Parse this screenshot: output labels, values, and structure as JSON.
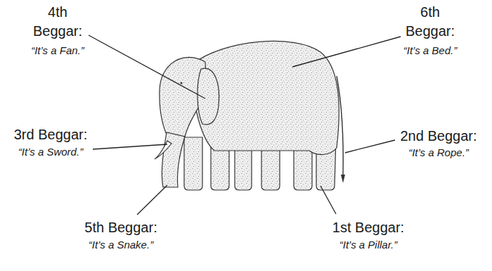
{
  "diagram": {
    "labels": [
      "4th Beggar:",
      "“It’s a Fan.”",
      "6th Beggar:",
      "“It’s a Bed.”",
      "3rd Beggar:",
      "“It’s a Sword.”",
      "2nd Beggar:",
      "“It’s a Rope.”",
      "5th Beggar:",
      "“It’s a Snake.”",
      "1st Beggar:",
      "“It’s a Pillar.”"
    ]
  }
}
